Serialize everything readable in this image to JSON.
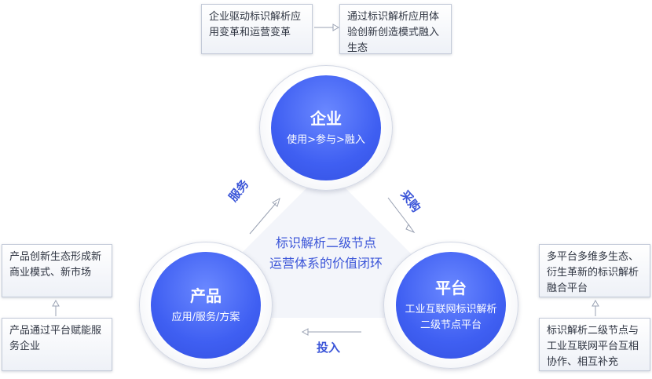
{
  "top_boxes": {
    "left": "企业驱动标识解析应用变革和运营变革",
    "right": "通过标识解析应用体验创新创造模式融入生态"
  },
  "left_boxes": {
    "top": "产品创新生态形成新商业模式、新市场",
    "bottom": "产品通过平台赋能服务企业"
  },
  "right_boxes": {
    "top": "多平台多维多生态、衍生革新的标识解析融合平台",
    "bottom": "标识解析二级节点与工业互联网平台互相协作、相互补充"
  },
  "circles": {
    "enterprise": {
      "title": "企业",
      "sub": "使用>参与>融入"
    },
    "product": {
      "title": "产品",
      "sub": "应用/服务/方案"
    },
    "platform": {
      "title": "平台",
      "sub": "工业互联网标识解析二级节点平台"
    }
  },
  "center": {
    "line1": "标识解析二级节点",
    "line2": "运营体系的价值闭环"
  },
  "edges": {
    "service": "服务",
    "procure": "采购",
    "invest": "投入"
  },
  "colors": {
    "accent": "#3b55d8",
    "circle_fill": "#4a66f5",
    "box_border": "#c3cad8"
  }
}
